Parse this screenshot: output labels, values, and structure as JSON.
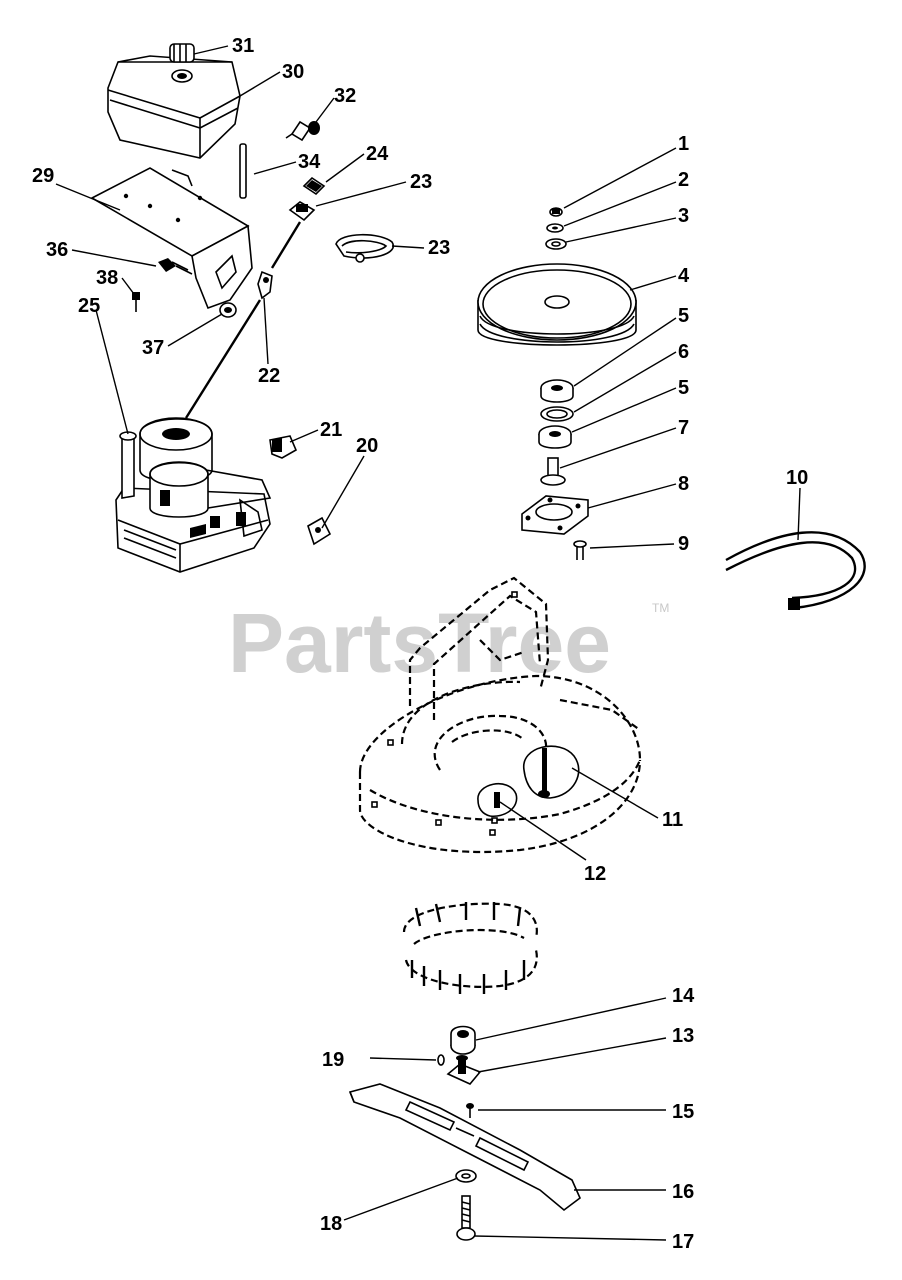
{
  "watermark": {
    "text": "PartsTree",
    "tm": "TM"
  },
  "callouts": {
    "c1": "1",
    "c2": "2",
    "c3": "3",
    "c4": "4",
    "c5a": "5",
    "c6": "6",
    "c5b": "5",
    "c7": "7",
    "c8": "8",
    "c9": "9",
    "c10": "10",
    "c11": "11",
    "c12": "12",
    "c13": "13",
    "c14": "14",
    "c15": "15",
    "c16": "16",
    "c17": "17",
    "c18": "18",
    "c19": "19",
    "c20": "20",
    "c21": "21",
    "c22": "22",
    "c23a": "23",
    "c23b": "23",
    "c24": "24",
    "c25": "25",
    "c29": "29",
    "c30": "30",
    "c31": "31",
    "c32": "32",
    "c34": "34",
    "c36": "36",
    "c37": "37",
    "c38": "38"
  }
}
